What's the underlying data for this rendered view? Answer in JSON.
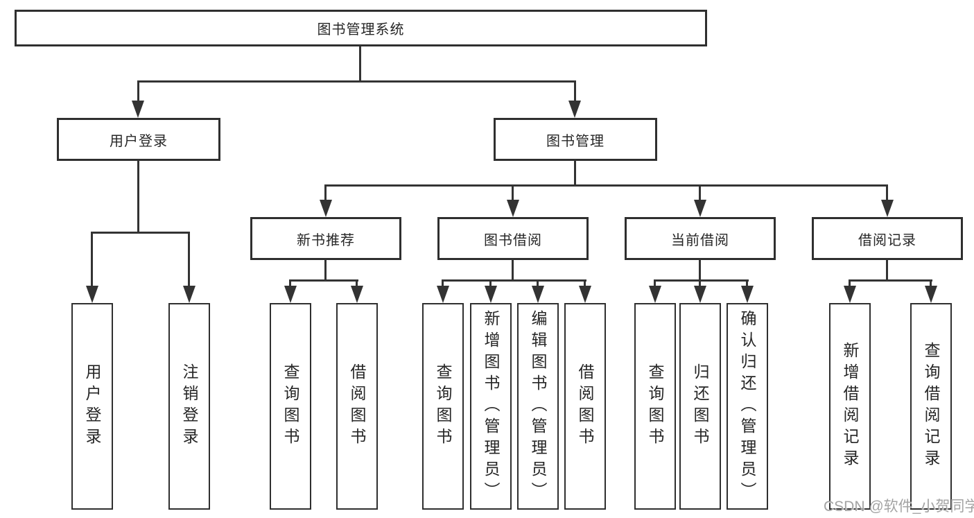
{
  "colors": {
    "line": "#333333",
    "border": "#2f2f2f",
    "text": "#262626",
    "watermark": "#a3a3a3",
    "background": "#ffffff"
  },
  "tree": {
    "label": "图书管理系统",
    "children": [
      {
        "label": "用户登录",
        "children": [
          {
            "label": "用户登录"
          },
          {
            "label": "注销登录"
          }
        ]
      },
      {
        "label": "图书管理",
        "children": [
          {
            "label": "新书推荐",
            "children": [
              {
                "label": "查询图书"
              },
              {
                "label": "借阅图书"
              }
            ]
          },
          {
            "label": "图书借阅",
            "children": [
              {
                "label": "查询图书"
              },
              {
                "label": "新增图书（管理员）"
              },
              {
                "label": "编辑图书（管理员）"
              },
              {
                "label": "借阅图书"
              }
            ]
          },
          {
            "label": "当前借阅",
            "children": [
              {
                "label": "查询图书"
              },
              {
                "label": "归还图书"
              },
              {
                "label": "确认归还（管理员）"
              }
            ]
          },
          {
            "label": "借阅记录",
            "children": [
              {
                "label": "新增借阅记录"
              },
              {
                "label": "查询借阅记录"
              }
            ]
          }
        ]
      }
    ]
  },
  "watermark": "CSDN @软件_小贺同学"
}
